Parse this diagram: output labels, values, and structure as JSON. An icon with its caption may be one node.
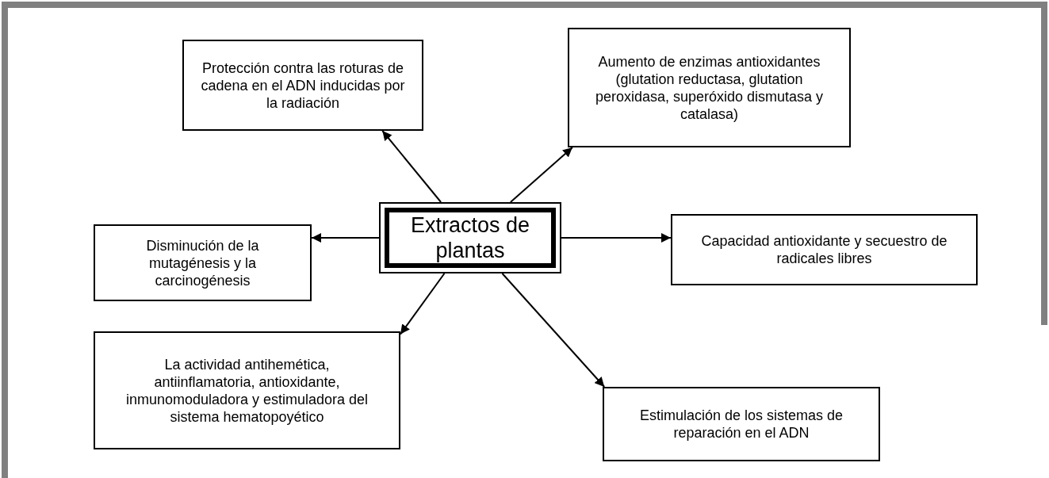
{
  "diagram": {
    "nodes": [
      {
        "text": [
          "Extractos de plantas"
        ]
      },
      {
        "text": [
          "Protección contra las roturas de cadena en el ADN inducidas por la radiación"
        ]
      },
      {
        "text": [
          "Aumento de enzimas antioxidantes (glutation reductasa, glutation peroxidasa, superóxido dismutasa y catalasa)"
        ]
      },
      {
        "text": [
          "Disminución de la mutagénesis y la carcinogénesis"
        ]
      },
      {
        "text": [
          "Capacidad antioxidante y secuestro de radicales libres"
        ]
      },
      {
        "text": [
          "La actividad antihemética, antiinflamatoria, antioxidante, inmunomoduladora y estimuladora del sistema hematopoyético"
        ]
      },
      {
        "text": [
          "Estimulación de los sistemas de reparación en el ADN"
        ]
      }
    ],
    "edges": [
      {
        "from": 0,
        "to": 1,
        "arrow": "to"
      },
      {
        "from": 0,
        "to": 2,
        "arrow": "to"
      },
      {
        "from": 0,
        "to": 3,
        "arrow": "to"
      },
      {
        "from": 0,
        "to": 4,
        "arrow": "to"
      },
      {
        "from": 0,
        "to": 5,
        "arrow": "to"
      },
      {
        "from": 0,
        "to": 6,
        "arrow": "to"
      }
    ]
  }
}
